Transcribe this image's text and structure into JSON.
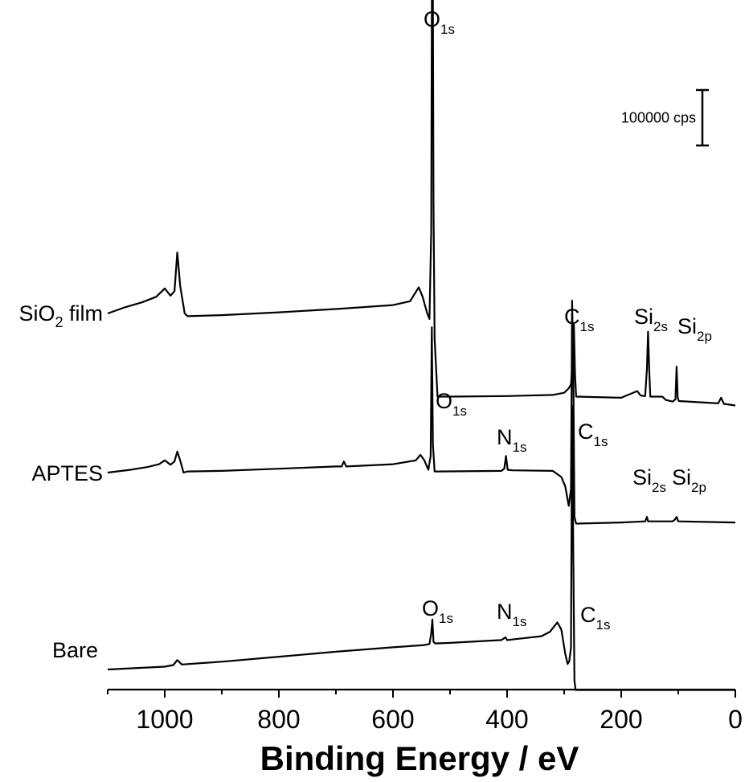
{
  "chart_data": {
    "type": "line",
    "xlabel": "Binding Energy / eV",
    "xlim": [
      1100,
      0
    ],
    "x_reversed": true,
    "xticks": [
      1000,
      800,
      600,
      400,
      200,
      0
    ],
    "y_axis_visible": false,
    "grid": false,
    "scale_bar": {
      "label": "100000 cps",
      "value": 100000
    },
    "series": [
      {
        "name": "SiO",
        "name_subscript": "2",
        "name_suffix": " film",
        "points": [
          [
            1100,
            0.0
          ],
          [
            1070,
            11000
          ],
          [
            1040,
            20000
          ],
          [
            1015,
            30000
          ],
          [
            1000,
            45000
          ],
          [
            990,
            32000
          ],
          [
            983,
            40000
          ],
          [
            978,
            110000
          ],
          [
            973,
            50000
          ],
          [
            965,
            0
          ],
          [
            960,
            -5000
          ],
          [
            900,
            -3000
          ],
          [
            800,
            2000
          ],
          [
            700,
            8000
          ],
          [
            600,
            15000
          ],
          [
            570,
            22000
          ],
          [
            555,
            47000
          ],
          [
            548,
            30000
          ],
          [
            540,
            0
          ],
          [
            536,
            -10000
          ],
          [
            533,
            150000
          ],
          [
            531,
            905000
          ],
          [
            529,
            200000
          ],
          [
            527,
            -45000
          ],
          [
            522,
            -150000
          ],
          [
            500,
            -150000
          ],
          [
            400,
            -149000
          ],
          [
            320,
            -147000
          ],
          [
            300,
            -143000
          ],
          [
            292,
            -135000
          ],
          [
            288,
            -128000
          ],
          [
            285,
            -80000
          ],
          [
            283,
            -20000
          ],
          [
            281,
            -110000
          ],
          [
            279,
            -150000
          ],
          [
            200,
            -152000
          ],
          [
            172,
            -140000
          ],
          [
            166,
            -148000
          ],
          [
            158,
            -149000
          ],
          [
            155,
            -100000
          ],
          [
            153,
            -33000
          ],
          [
            151,
            -100000
          ],
          [
            149,
            -150000
          ],
          [
            128,
            -150000
          ],
          [
            122,
            -156000
          ],
          [
            110,
            -159000
          ],
          [
            105,
            -155000
          ],
          [
            103,
            -96000
          ],
          [
            101,
            -152000
          ],
          [
            99,
            -158000
          ],
          [
            30,
            -162000
          ],
          [
            25,
            -152000
          ],
          [
            20,
            -163000
          ],
          [
            0,
            -166000
          ]
        ]
      },
      {
        "name": "APTES",
        "points": [
          [
            1100,
            0.0
          ],
          [
            1060,
            5000
          ],
          [
            1030,
            10000
          ],
          [
            1010,
            15000
          ],
          [
            1000,
            22000
          ],
          [
            990,
            14000
          ],
          [
            983,
            20000
          ],
          [
            978,
            38000
          ],
          [
            973,
            22000
          ],
          [
            967,
            0
          ],
          [
            960,
            2000
          ],
          [
            900,
            3000
          ],
          [
            800,
            7000
          ],
          [
            700,
            11000
          ],
          [
            690,
            11000
          ],
          [
            686,
            20000
          ],
          [
            682,
            11000
          ],
          [
            600,
            15000
          ],
          [
            560,
            22000
          ],
          [
            552,
            32000
          ],
          [
            545,
            22000
          ],
          [
            538,
            5000
          ],
          [
            534,
            30000
          ],
          [
            532,
            262000
          ],
          [
            530,
            50000
          ],
          [
            527,
            2000
          ],
          [
            520,
            2000
          ],
          [
            410,
            3000
          ],
          [
            405,
            7000
          ],
          [
            402,
            30000
          ],
          [
            399,
            5000
          ],
          [
            390,
            4000
          ],
          [
            320,
            3000
          ],
          [
            305,
            -8000
          ],
          [
            298,
            -25000
          ],
          [
            292,
            -60000
          ],
          [
            288,
            -30000
          ],
          [
            286,
            310000
          ],
          [
            284,
            180000
          ],
          [
            282,
            -80000
          ],
          [
            279,
            -92000
          ],
          [
            200,
            -90000
          ],
          [
            158,
            -88000
          ],
          [
            155,
            -80000
          ],
          [
            153,
            -88000
          ],
          [
            110,
            -88000
          ],
          [
            106,
            -85000
          ],
          [
            103,
            -80000
          ],
          [
            100,
            -88000
          ],
          [
            0,
            -90000
          ]
        ]
      },
      {
        "name": "Bare",
        "points": [
          [
            1100,
            0.0
          ],
          [
            1000,
            5000
          ],
          [
            985,
            8000
          ],
          [
            978,
            17000
          ],
          [
            970,
            9000
          ],
          [
            900,
            14000
          ],
          [
            800,
            23000
          ],
          [
            700,
            32000
          ],
          [
            600,
            40000
          ],
          [
            545,
            44000
          ],
          [
            536,
            46000
          ],
          [
            533,
            65000
          ],
          [
            531,
            90000
          ],
          [
            529,
            50000
          ],
          [
            526,
            47000
          ],
          [
            500,
            48000
          ],
          [
            410,
            53000
          ],
          [
            403,
            58000
          ],
          [
            400,
            53000
          ],
          [
            340,
            60000
          ],
          [
            325,
            68000
          ],
          [
            312,
            85000
          ],
          [
            305,
            72000
          ],
          [
            298,
            28000
          ],
          [
            294,
            10000
          ],
          [
            291,
            15000
          ],
          [
            288,
            40000
          ],
          [
            286,
            475000
          ],
          [
            284,
            200000
          ],
          [
            282,
            -20000
          ],
          [
            280,
            -37000
          ],
          [
            200,
            -37000
          ],
          [
            100,
            -37000
          ],
          [
            0,
            -37000
          ]
        ]
      }
    ],
    "peak_labels": [
      {
        "series": 0,
        "main": "O",
        "sub": "1s"
      },
      {
        "series": 0,
        "main": "C",
        "sub": "1s"
      },
      {
        "series": 0,
        "main": "Si",
        "sub": "2s"
      },
      {
        "series": 0,
        "main": "Si",
        "sub": "2p"
      },
      {
        "series": 1,
        "main": "O",
        "sub": "1s"
      },
      {
        "series": 1,
        "main": "N",
        "sub": "1s"
      },
      {
        "series": 1,
        "main": "C",
        "sub": "1s"
      },
      {
        "series": 1,
        "main": "Si",
        "sub": "2s"
      },
      {
        "series": 1,
        "main": "Si",
        "sub": "2p"
      },
      {
        "series": 2,
        "main": "O",
        "sub": "1s"
      },
      {
        "series": 2,
        "main": "N",
        "sub": "1s"
      },
      {
        "series": 2,
        "main": "C",
        "sub": "1s"
      }
    ]
  }
}
